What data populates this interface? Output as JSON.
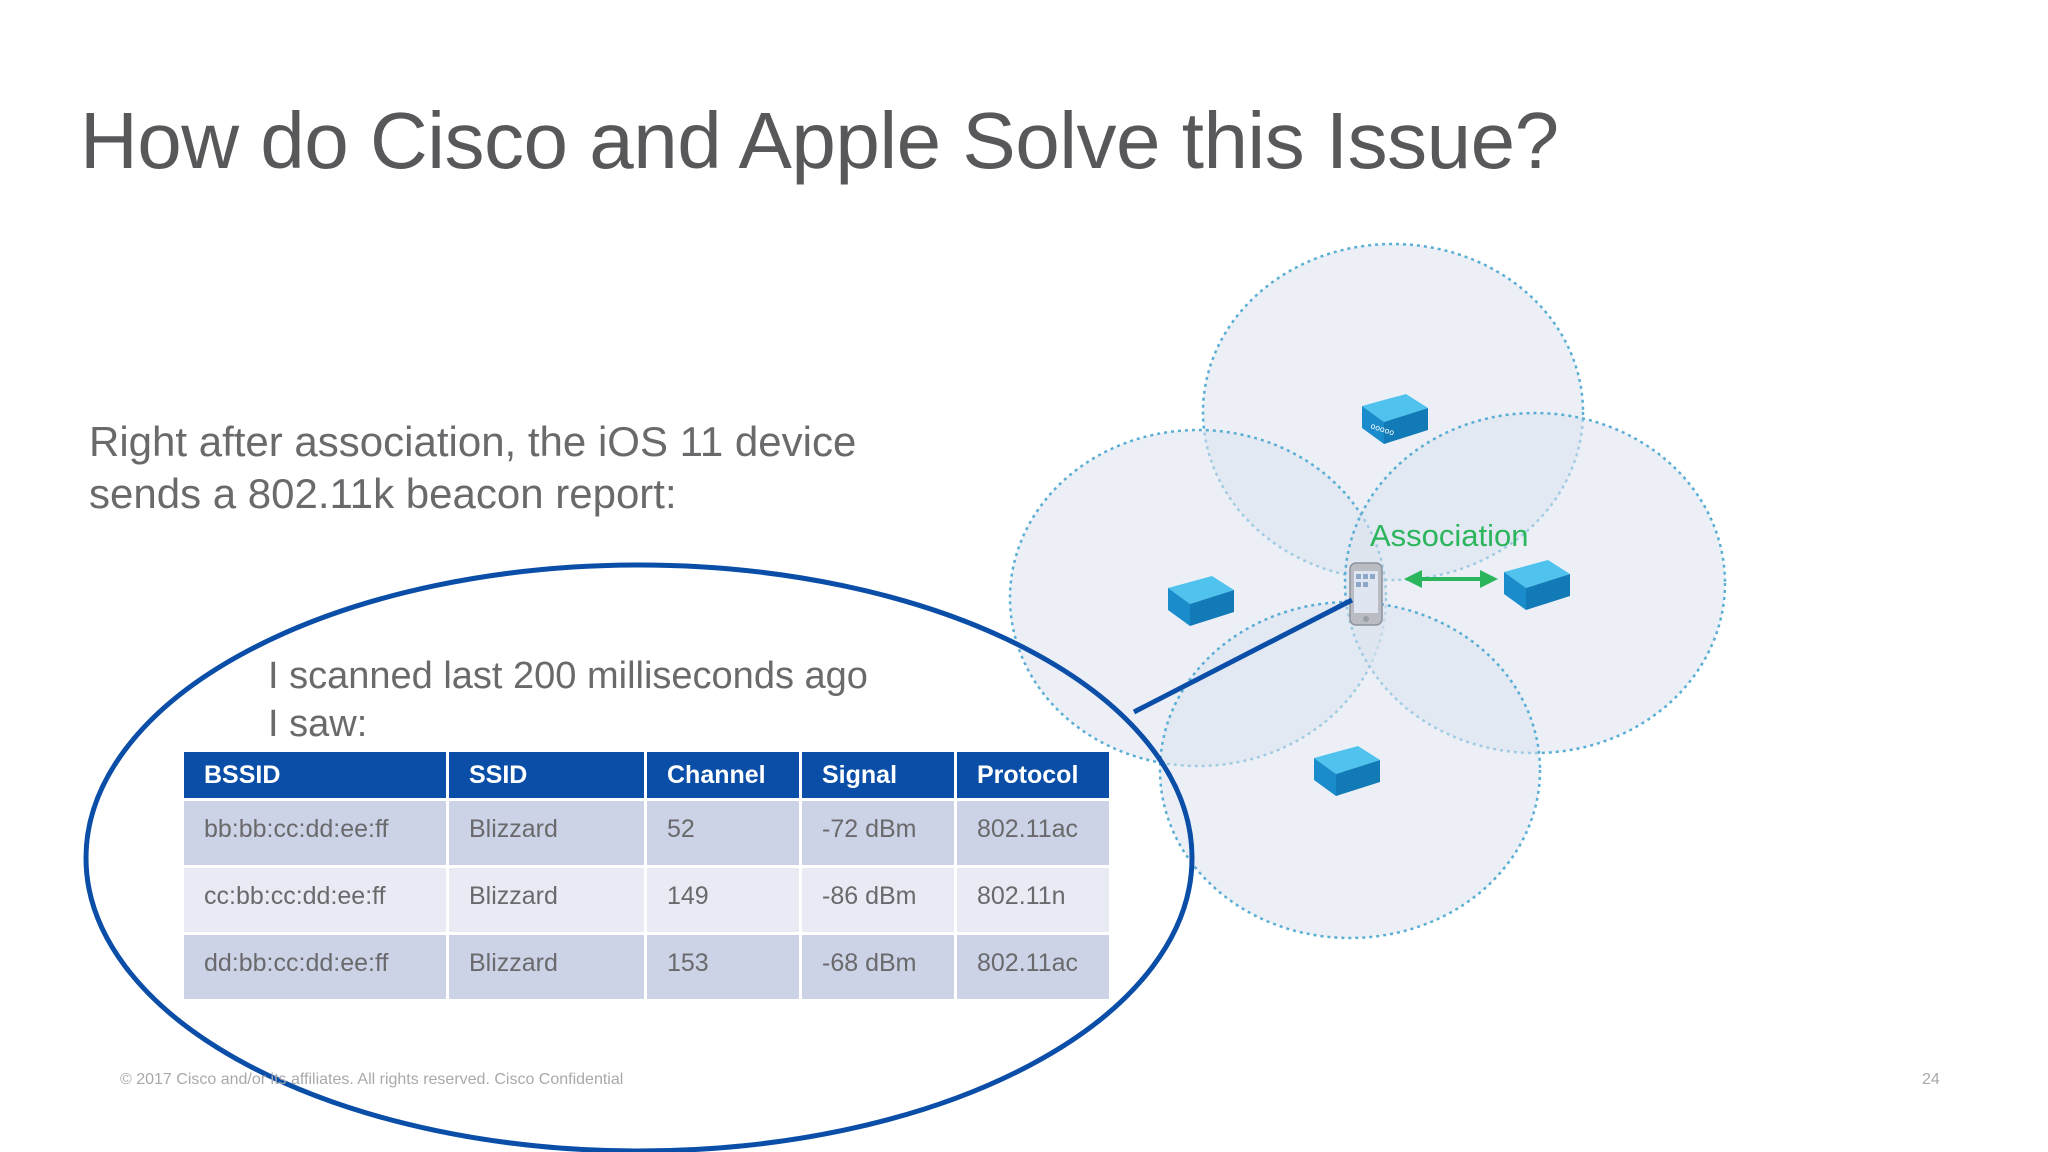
{
  "slide": {
    "title": "How do Cisco and Apple Solve this Issue?",
    "intro_lines": [
      "Right after association, the iOS 11 device",
      "sends a 802.11k beacon report:"
    ],
    "report_lines": [
      "I scanned last 200 milliseconds ago",
      "I saw:"
    ],
    "table": {
      "headers": [
        "BSSID",
        "SSID",
        "Channel",
        "Signal",
        "Protocol"
      ],
      "rows": [
        [
          "bb:bb:cc:dd:ee:ff",
          "Blizzard",
          "52",
          "-72 dBm",
          "802.11ac"
        ],
        [
          "cc:bb:cc:dd:ee:ff",
          "Blizzard",
          "149",
          "-86 dBm",
          "802.11n"
        ],
        [
          "dd:bb:cc:dd:ee:ff",
          "Blizzard",
          "153",
          "-68 dBm",
          "802.11ac"
        ]
      ]
    },
    "diagram": {
      "association_label": "Association",
      "access_point_icon": "access-point-icon",
      "device_icon": "smartphone-icon",
      "colors": {
        "highlight_ellipse": "#0a4ea8",
        "association_arrow": "#2bb55d",
        "coverage_circle_stroke": "#5aaed4",
        "access_point": "#1aa0d8"
      }
    },
    "footer": "© 2017  Cisco and/or its affiliates. All rights reserved.   Cisco Confidential",
    "page_number": "24"
  }
}
